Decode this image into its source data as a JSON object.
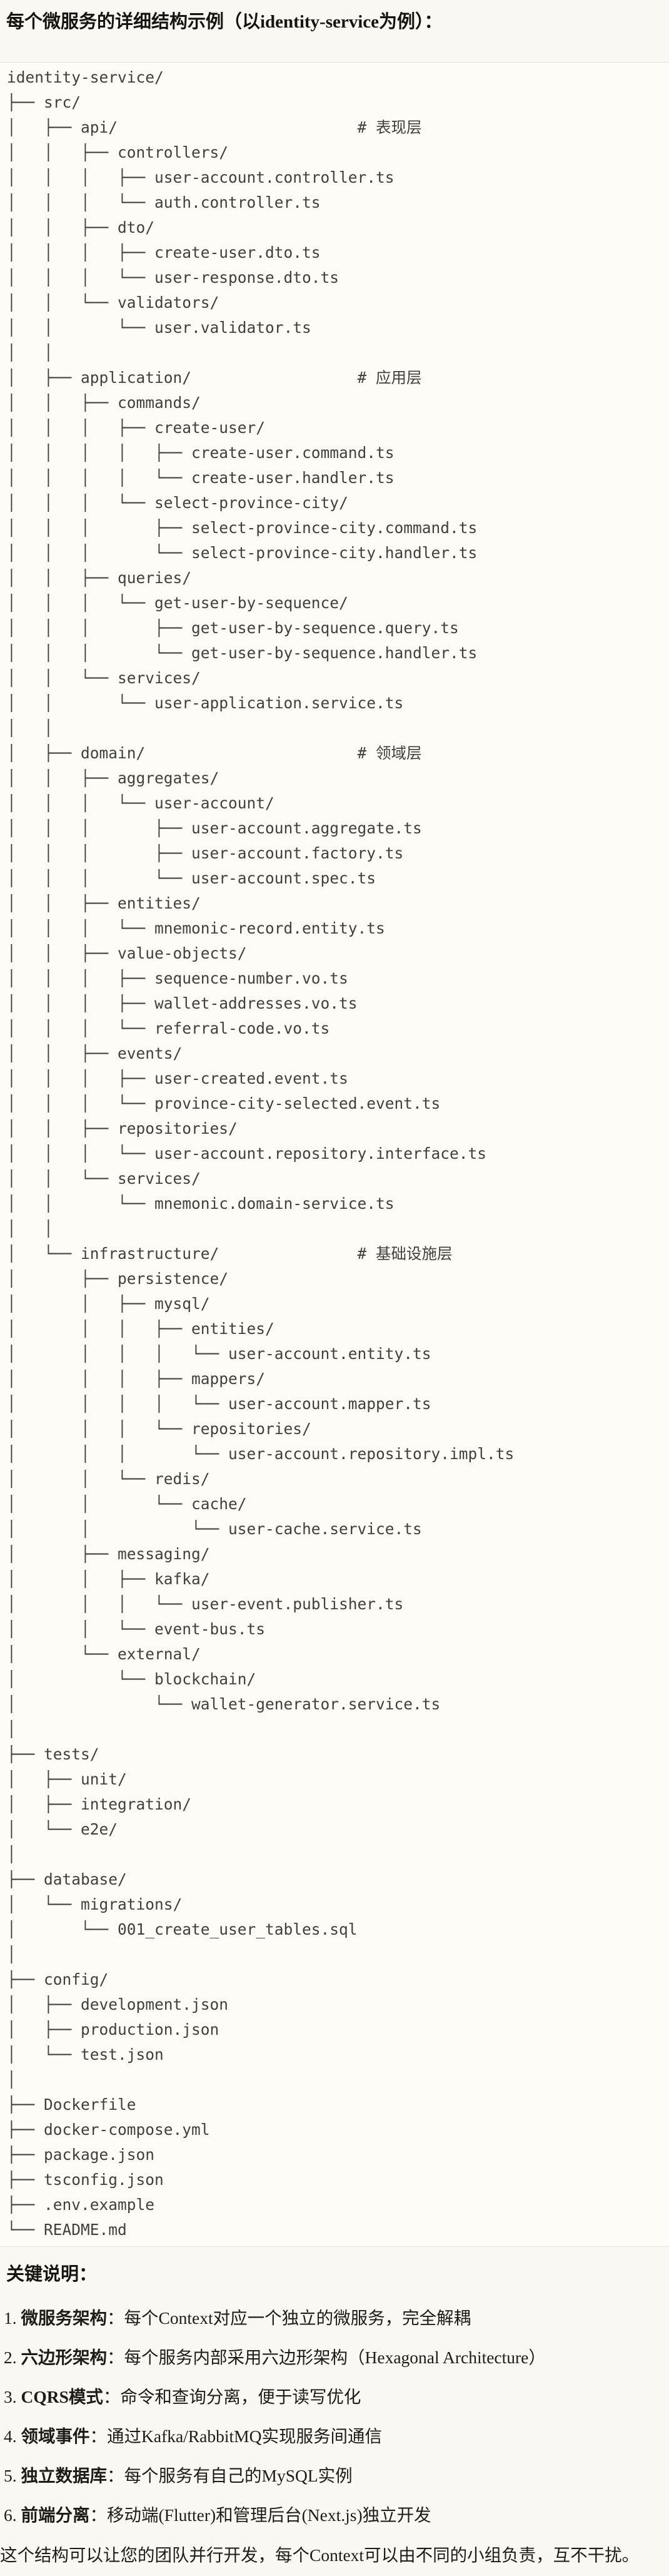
{
  "page": {
    "title": "每个微服务的详细结构示例（以identity-service为例）：",
    "notes_heading": "关键说明：",
    "note_separator": "：",
    "closing": "这个结构可以让您的团队并行开发，每个Context可以由不同的小组负责，互不干扰。"
  },
  "tree": {
    "root": "identity-service/",
    "layer_comments": [
      "# 表现层",
      "# 应用层",
      "# 领域层",
      "# 基础设施层"
    ],
    "lines": [
      "identity-service/",
      "├── src/",
      "│   ├── api/                          # 表现层",
      "│   │   ├── controllers/",
      "│   │   │   ├── user-account.controller.ts",
      "│   │   │   └── auth.controller.ts",
      "│   │   ├── dto/",
      "│   │   │   ├── create-user.dto.ts",
      "│   │   │   └── user-response.dto.ts",
      "│   │   └── validators/",
      "│   │       └── user.validator.ts",
      "│   │",
      "│   ├── application/                  # 应用层",
      "│   │   ├── commands/",
      "│   │   │   ├── create-user/",
      "│   │   │   │   ├── create-user.command.ts",
      "│   │   │   │   └── create-user.handler.ts",
      "│   │   │   └── select-province-city/",
      "│   │   │       ├── select-province-city.command.ts",
      "│   │   │       └── select-province-city.handler.ts",
      "│   │   ├── queries/",
      "│   │   │   └── get-user-by-sequence/",
      "│   │   │       ├── get-user-by-sequence.query.ts",
      "│   │   │       └── get-user-by-sequence.handler.ts",
      "│   │   └── services/",
      "│   │       └── user-application.service.ts",
      "│   │",
      "│   ├── domain/                       # 领域层",
      "│   │   ├── aggregates/",
      "│   │   │   └── user-account/",
      "│   │   │       ├── user-account.aggregate.ts",
      "│   │   │       ├── user-account.factory.ts",
      "│   │   │       └── user-account.spec.ts",
      "│   │   ├── entities/",
      "│   │   │   └── mnemonic-record.entity.ts",
      "│   │   ├── value-objects/",
      "│   │   │   ├── sequence-number.vo.ts",
      "│   │   │   ├── wallet-addresses.vo.ts",
      "│   │   │   └── referral-code.vo.ts",
      "│   │   ├── events/",
      "│   │   │   ├── user-created.event.ts",
      "│   │   │   └── province-city-selected.event.ts",
      "│   │   ├── repositories/",
      "│   │   │   └── user-account.repository.interface.ts",
      "│   │   └── services/",
      "│   │       └── mnemonic.domain-service.ts",
      "│   │",
      "│   └── infrastructure/               # 基础设施层",
      "│       ├── persistence/",
      "│       │   ├── mysql/",
      "│       │   │   ├── entities/",
      "│       │   │   │   └── user-account.entity.ts",
      "│       │   │   ├── mappers/",
      "│       │   │   │   └── user-account.mapper.ts",
      "│       │   │   └── repositories/",
      "│       │   │       └── user-account.repository.impl.ts",
      "│       │   └── redis/",
      "│       │       └── cache/",
      "│       │           └── user-cache.service.ts",
      "│       ├── messaging/",
      "│       │   ├── kafka/",
      "│       │   │   └── user-event.publisher.ts",
      "│       │   └── event-bus.ts",
      "│       └── external/",
      "│           └── blockchain/",
      "│               └── wallet-generator.service.ts",
      "│",
      "├── tests/",
      "│   ├── unit/",
      "│   ├── integration/",
      "│   └── e2e/",
      "│",
      "├── database/",
      "│   └── migrations/",
      "│       └── 001_create_user_tables.sql",
      "│",
      "├── config/",
      "│   ├── development.json",
      "│   ├── production.json",
      "│   └── test.json",
      "│",
      "├── Dockerfile",
      "├── docker-compose.yml",
      "├── package.json",
      "├── tsconfig.json",
      "├── .env.example",
      "└── README.md"
    ]
  },
  "notes": [
    {
      "num": "1.",
      "label": "微服务架构",
      "text": "每个Context对应一个独立的微服务，完全解耦"
    },
    {
      "num": "2.",
      "label": "六边形架构",
      "text": "每个服务内部采用六边形架构（Hexagonal Architecture）"
    },
    {
      "num": "3.",
      "label": "CQRS模式",
      "text": "命令和查询分离，便于读写优化"
    },
    {
      "num": "4.",
      "label": "领域事件",
      "text": "通过Kafka/RabbitMQ实现服务间通信"
    },
    {
      "num": "5.",
      "label": "独立数据库",
      "text": "每个服务有自己的MySQL实例"
    },
    {
      "num": "6.",
      "label": "前端分离",
      "text": "移动端(Flutter)和管理后台(Next.js)独立开发"
    }
  ]
}
